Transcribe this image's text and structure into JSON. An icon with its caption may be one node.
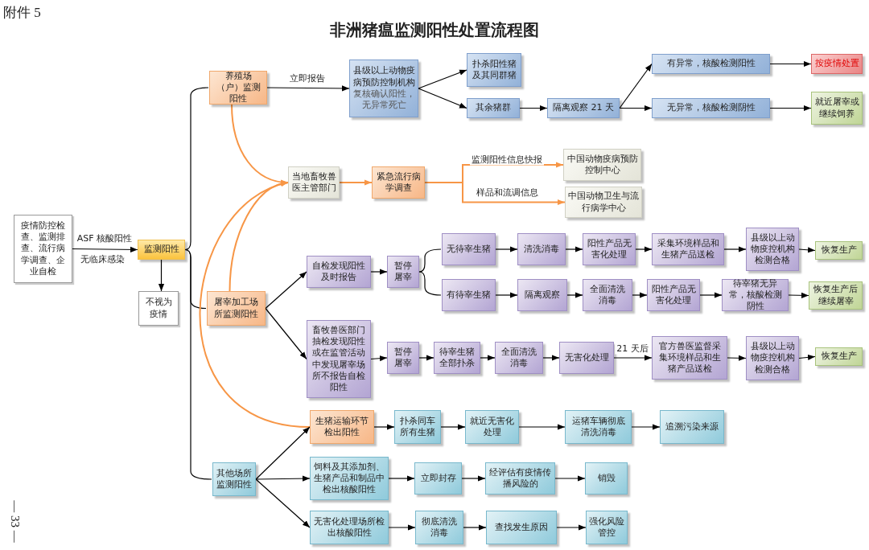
{
  "diagram": {
    "title": "非洲猪瘟监测阳性处置流程图",
    "nodes": [
      {
        "text": [
          "疫情防控检查、监测排查、流行病学调查、企业自检"
        ]
      },
      {
        "text": [
          "监测阳性"
        ]
      },
      {
        "text": [
          "不视为疫情"
        ]
      },
      {
        "text": [
          "养殖场（户）监测阳性"
        ]
      },
      {
        "text": [
          "县级以上动物疫病预防控制机构",
          "复核确认阳性，无异常死亡"
        ]
      },
      {
        "text": [
          "扑杀阳性猪及其同群猪"
        ]
      },
      {
        "text": [
          "其余猪群"
        ]
      },
      {
        "text": [
          "隔离观察 21 天"
        ]
      },
      {
        "text": [
          "有异常，核酸检测阳性"
        ]
      },
      {
        "text": [
          "无异常，核酸检测阴性"
        ]
      },
      {
        "text": [
          "按疫情处置"
        ]
      },
      {
        "text": [
          "就近屠宰或继续饲养"
        ]
      },
      {
        "text": [
          "当地畜牧兽医主管部门"
        ]
      },
      {
        "text": [
          "紧急流行病学调查"
        ]
      },
      {
        "text": [
          "中国动物疫病预防控制中心"
        ]
      },
      {
        "text": [
          "中国动物卫生与流行病学中心"
        ]
      },
      {
        "text": [
          "屠宰加工场所监测阳性"
        ]
      },
      {
        "text": [
          "自检发现阳性及时报告"
        ]
      },
      {
        "text": [
          "暂停屠宰"
        ]
      },
      {
        "text": [
          "无待宰生猪"
        ]
      },
      {
        "text": [
          "清洗消毒"
        ]
      },
      {
        "text": [
          "阳性产品无害化处理"
        ]
      },
      {
        "text": [
          "采集环境样品和生猪产品送检"
        ]
      },
      {
        "text": [
          "县级以上动物疫控机构检测合格"
        ]
      },
      {
        "text": [
          "恢复生产"
        ]
      },
      {
        "text": [
          "有待宰生猪"
        ]
      },
      {
        "text": [
          "隔离观察"
        ]
      },
      {
        "text": [
          "全面清洗消毒"
        ]
      },
      {
        "text": [
          "阳性产品无害化处理"
        ]
      },
      {
        "text": [
          "待宰猪无异常，核酸检测阴性"
        ]
      },
      {
        "text": [
          "恢复生产后继续屠宰"
        ]
      },
      {
        "text": [
          "畜牧兽医部门抽检发现阳性或在监管活动中发现屠宰场所不报告自检阳性"
        ]
      },
      {
        "text": [
          "暂停屠宰"
        ]
      },
      {
        "text": [
          "待宰生猪全部扑杀"
        ]
      },
      {
        "text": [
          "全面清洗消毒"
        ]
      },
      {
        "text": [
          "无害化处理"
        ]
      },
      {
        "text": [
          "官方兽医监督采集环境样品和生猪产品送检"
        ]
      },
      {
        "text": [
          "县级以上动物疫控机构检测合格"
        ]
      },
      {
        "text": [
          "恢复生产"
        ]
      },
      {
        "text": [
          "生猪运输环节检出阳性"
        ]
      },
      {
        "text": [
          "扑杀同车所有生猪"
        ]
      },
      {
        "text": [
          "就近无害化处理"
        ]
      },
      {
        "text": [
          "运猪车辆彻底清洗消毒"
        ]
      },
      {
        "text": [
          "追溯污染来源"
        ]
      },
      {
        "text": [
          "其他场所监测阳性"
        ]
      },
      {
        "text": [
          "饲料及其添加剂、生猪产品和制品中检出核酸阳性"
        ]
      },
      {
        "text": [
          "立即封存"
        ]
      },
      {
        "text": [
          "经评估有疫情传播风险的"
        ]
      },
      {
        "text": [
          "销毁"
        ]
      },
      {
        "text": [
          "无害化处理场所检出核酸阳性"
        ]
      },
      {
        "text": [
          "彻底清洗消毒"
        ]
      },
      {
        "text": [
          "查找发生原因"
        ]
      },
      {
        "text": [
          "强化风险管控"
        ]
      }
    ],
    "edges": [
      {
        "from": 0,
        "to": 1,
        "arrow": "to",
        "label": "ASF 核酸阳性"
      },
      {
        "from": 1,
        "to": 2,
        "arrow": "to"
      },
      {
        "from": 1,
        "to": 3,
        "arrow": "none"
      },
      {
        "from": 1,
        "to": 16,
        "arrow": "none"
      },
      {
        "from": 1,
        "to": 44,
        "arrow": "none"
      },
      {
        "from": 3,
        "to": 4,
        "arrow": "to",
        "label": "立即报告"
      },
      {
        "from": 4,
        "to": 5,
        "arrow": "to"
      },
      {
        "from": 4,
        "to": 6,
        "arrow": "to"
      },
      {
        "from": 6,
        "to": 7,
        "arrow": "to"
      },
      {
        "from": 7,
        "to": 8,
        "arrow": "to"
      },
      {
        "from": 7,
        "to": 9,
        "arrow": "to"
      },
      {
        "from": 8,
        "to": 10,
        "arrow": "to"
      },
      {
        "from": 9,
        "to": 11,
        "arrow": "to"
      },
      {
        "from": 3,
        "to": 12,
        "arrow": "to",
        "color": "#f79646"
      },
      {
        "from": 16,
        "to": 12,
        "arrow": "to",
        "color": "#f79646"
      },
      {
        "from": 39,
        "to": 12,
        "arrow": "to",
        "color": "#f79646"
      },
      {
        "from": 12,
        "to": 13,
        "arrow": "to",
        "color": "#f79646"
      },
      {
        "from": 13,
        "to": 14,
        "arrow": "to",
        "color": "#f79646",
        "label": "监测阳性信息快报"
      },
      {
        "from": 13,
        "to": 15,
        "arrow": "to",
        "color": "#f79646",
        "label": "样品和流调信息"
      },
      {
        "from": 16,
        "to": 17,
        "arrow": "to"
      },
      {
        "from": 16,
        "to": 31,
        "arrow": "to"
      },
      {
        "from": 17,
        "to": 18,
        "arrow": "to"
      },
      {
        "from": 18,
        "to": 19,
        "arrow": "none"
      },
      {
        "from": 18,
        "to": 25,
        "arrow": "none"
      },
      {
        "from": 19,
        "to": 20,
        "arrow": "to"
      },
      {
        "from": 20,
        "to": 21,
        "arrow": "to"
      },
      {
        "from": 21,
        "to": 22,
        "arrow": "to"
      },
      {
        "from": 22,
        "to": 23,
        "arrow": "to"
      },
      {
        "from": 23,
        "to": 24,
        "arrow": "to"
      },
      {
        "from": 25,
        "to": 26,
        "arrow": "to"
      },
      {
        "from": 26,
        "to": 27,
        "arrow": "to"
      },
      {
        "from": 27,
        "to": 28,
        "arrow": "to"
      },
      {
        "from": 28,
        "to": 29,
        "arrow": "to"
      },
      {
        "from": 29,
        "to": 30,
        "arrow": "to"
      },
      {
        "from": 31,
        "to": 32,
        "arrow": "to"
      },
      {
        "from": 32,
        "to": 33,
        "arrow": "to"
      },
      {
        "from": 33,
        "to": 34,
        "arrow": "to"
      },
      {
        "from": 34,
        "to": 35,
        "arrow": "to"
      },
      {
        "from": 35,
        "to": 36,
        "arrow": "to",
        "label": "21 天后"
      },
      {
        "from": 36,
        "to": 37,
        "arrow": "to"
      },
      {
        "from": 37,
        "to": 38,
        "arrow": "to"
      },
      {
        "from": 44,
        "to": 39,
        "arrow": "to"
      },
      {
        "from": 44,
        "to": 45,
        "arrow": "to"
      },
      {
        "from": 44,
        "to": 49,
        "arrow": "to"
      },
      {
        "from": 39,
        "to": 40,
        "arrow": "to"
      },
      {
        "from": 40,
        "to": 41,
        "arrow": "to"
      },
      {
        "from": 41,
        "to": 42,
        "arrow": "to"
      },
      {
        "from": 42,
        "to": 43,
        "arrow": "to"
      },
      {
        "from": 45,
        "to": 46,
        "arrow": "to"
      },
      {
        "from": 46,
        "to": 47,
        "arrow": "to"
      },
      {
        "from": 47,
        "to": 48,
        "arrow": "to"
      },
      {
        "from": 49,
        "to": 50,
        "arrow": "to"
      },
      {
        "from": 50,
        "to": 51,
        "arrow": "to"
      },
      {
        "from": 51,
        "to": 52,
        "arrow": "to"
      }
    ],
    "labels": [
      "附件 5",
      "无临床感染",
      "— 33 —"
    ]
  }
}
